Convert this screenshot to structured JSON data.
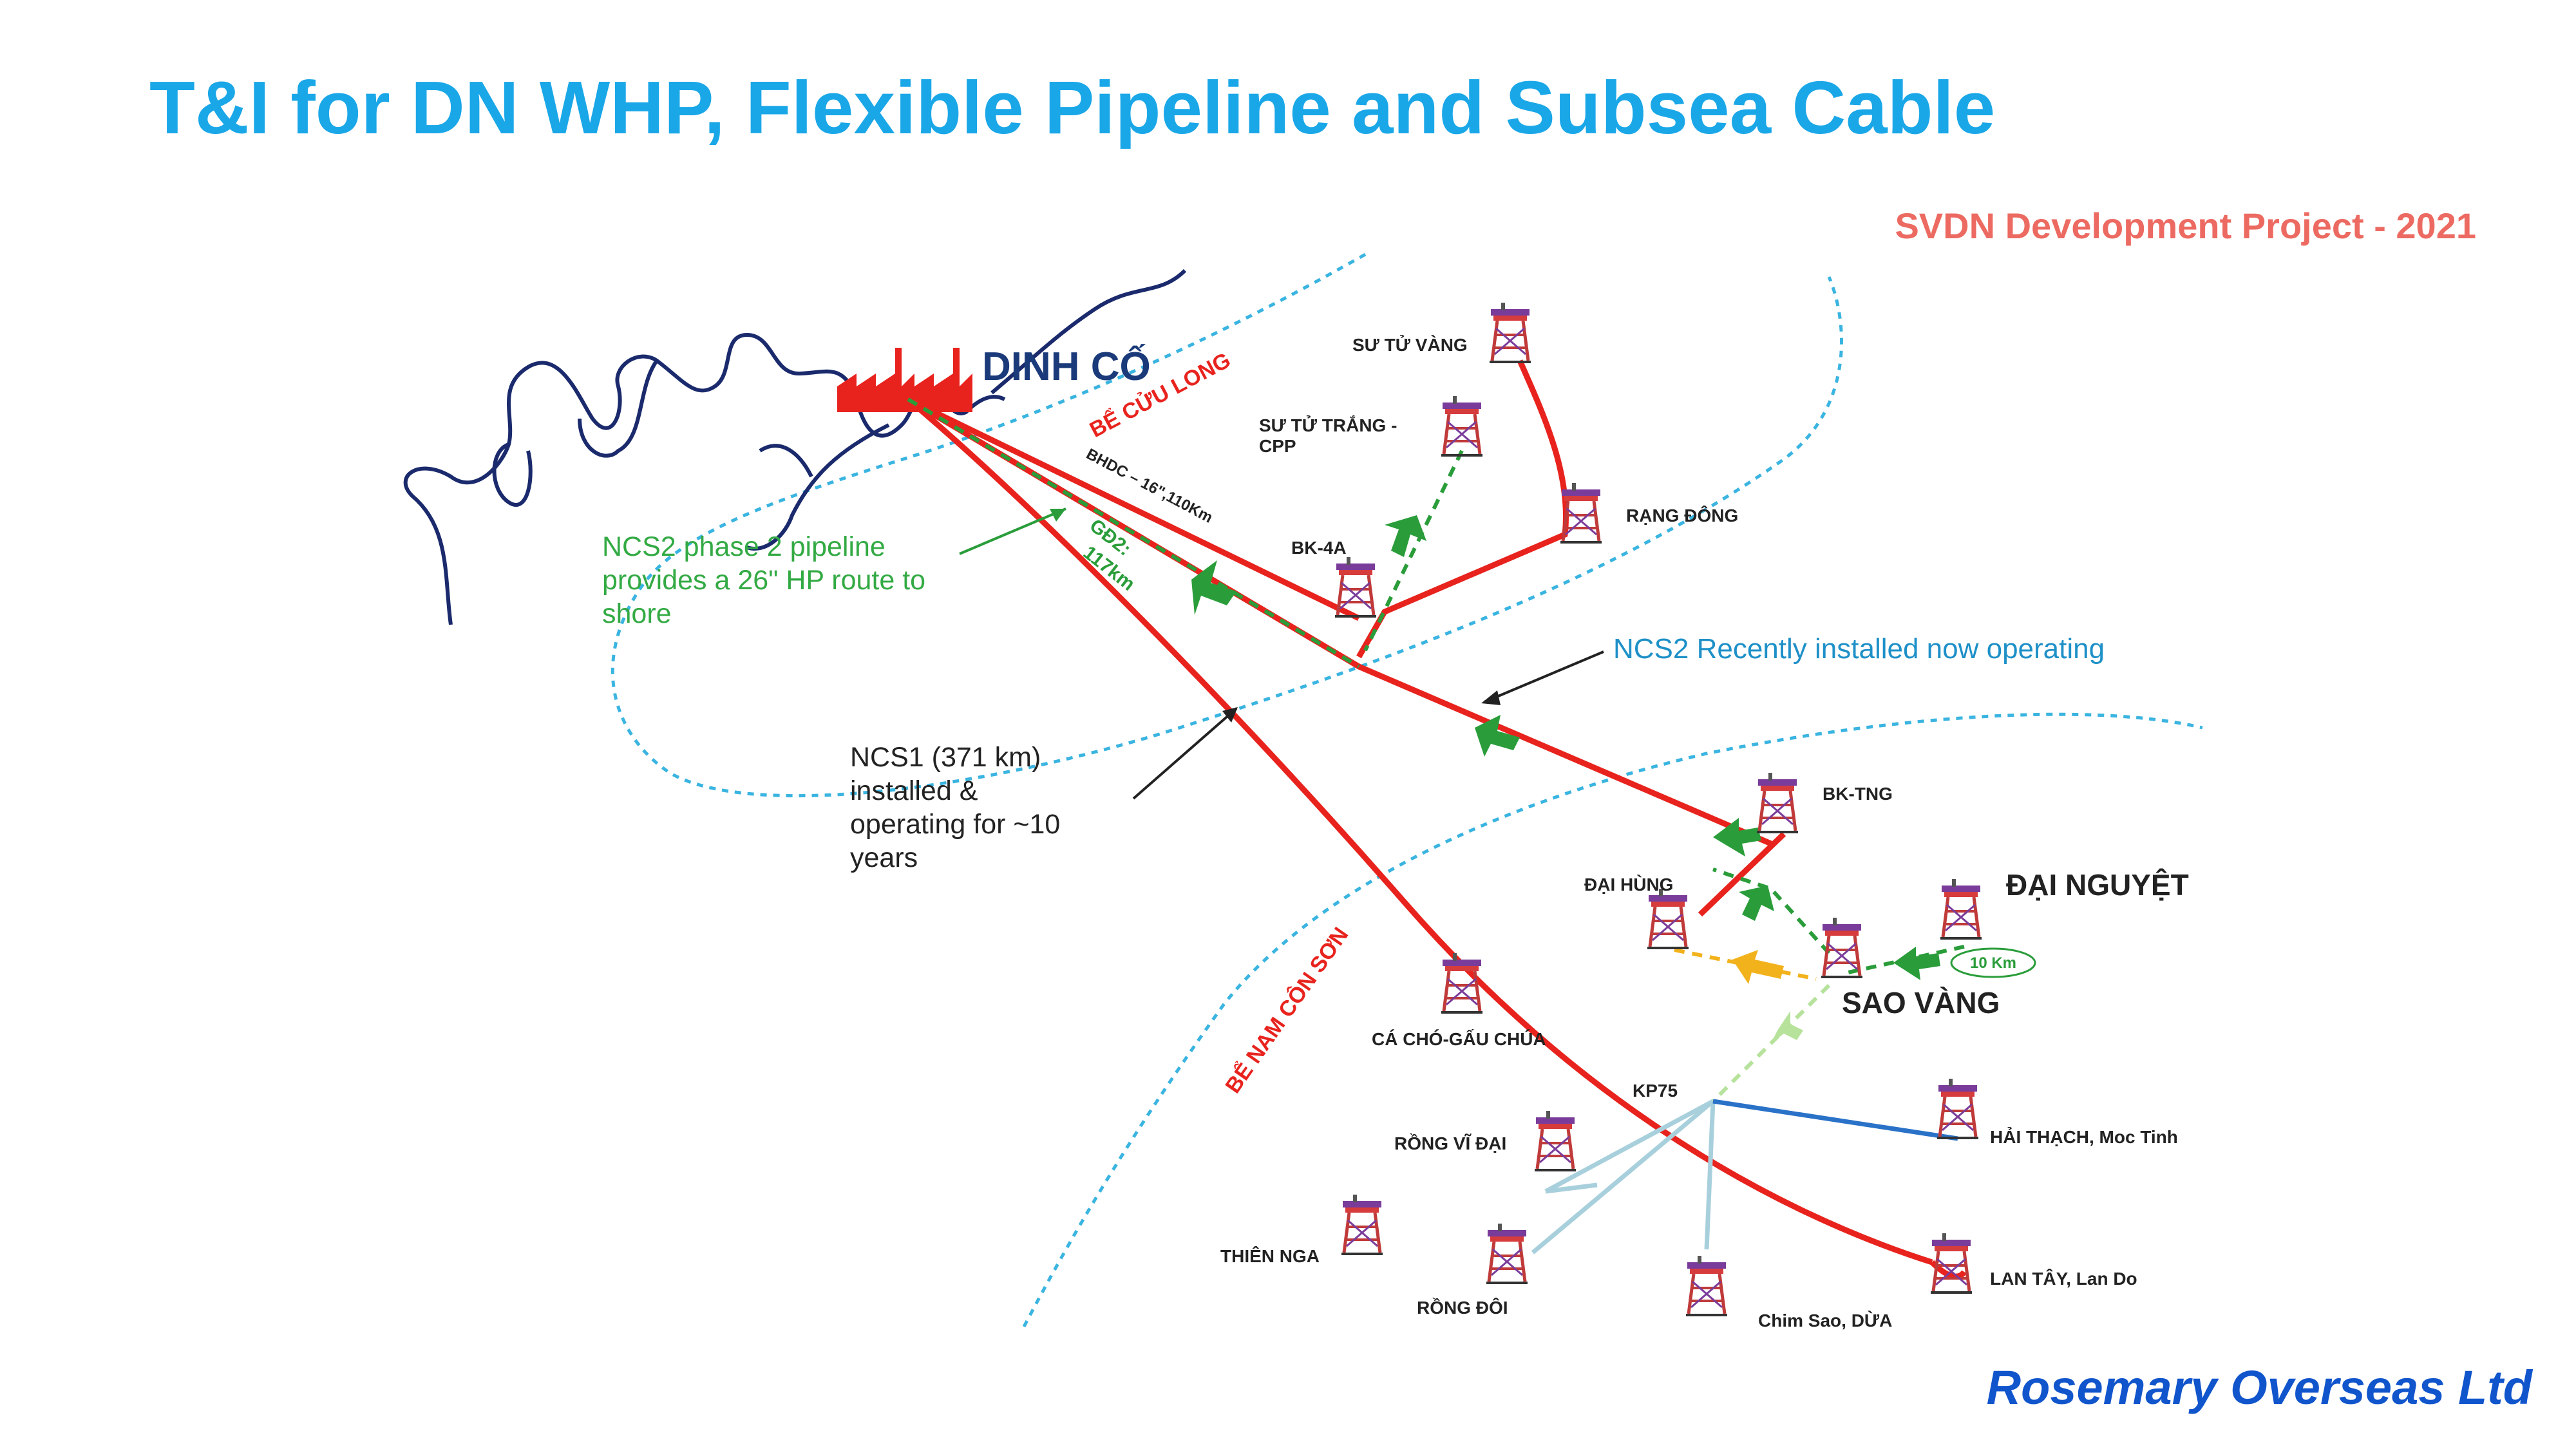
{
  "header": {
    "title": "T&I for DN WHP, Flexible Pipeline and Subsea Cable",
    "project": "SVDN Development Project - 2021"
  },
  "footer": {
    "company": "Rosemary Overseas Ltd"
  },
  "map": {
    "terminal": "DINH CỐ",
    "basins": {
      "cuu_long": "BỂ CỬU LONG",
      "nam_con_son": "BỂ NAM CÔN SƠN"
    },
    "routes": {
      "bhdc": "BHDC – 16\",110Km",
      "gd2_line1": "GĐ2:",
      "gd2_line2": "117km",
      "distance": "10 Km"
    },
    "notes": {
      "ncs2_phase2": [
        "NCS2 phase 2 pipeline",
        "provides a 26\" HP route to",
        "shore"
      ],
      "ncs2_recent": "NCS2 Recently installed now operating",
      "ncs1": [
        "NCS1 (371 km)",
        "installed &",
        "operating for ~10",
        "years"
      ]
    },
    "fields": {
      "su_tu_vang": "SƯ TỬ VÀNG",
      "su_tu_trang_1": "SƯ TỬ TRẮNG -",
      "su_tu_trang_2": "CPP",
      "rang_dong": "RẠNG ĐÔNG",
      "bk4a": "BK-4A",
      "bk_tng": "BK-TNG",
      "dai_hung": "ĐẠI HÙNG",
      "dai_nguyet": "ĐẠI NGUYỆT",
      "sao_vang": "SAO VÀNG",
      "ca_cho": "CÁ CHÓ-GẤU CHÚA",
      "kp75": "KP75",
      "rong_vi_dai": "RỒNG VĨ ĐẠI",
      "hai_thach": "HẢI THẠCH, Moc Tinh",
      "thien_nga": "THIÊN NGA",
      "rong_doi": "RỒNG ĐÔI",
      "lan_tay": "LAN TÂY, Lan Do",
      "chim_sao": "Chim Sao, DỪA"
    },
    "colors": {
      "pipeline": "#e8231e",
      "gd2": "#2a9d3a",
      "sao_vang_link": "#f2b21c",
      "cable": "#a8d0dc",
      "hai_thach_link": "#2a72c8",
      "basin_boundary": "#3ab4e0",
      "coast": "#1a2a6c"
    }
  }
}
